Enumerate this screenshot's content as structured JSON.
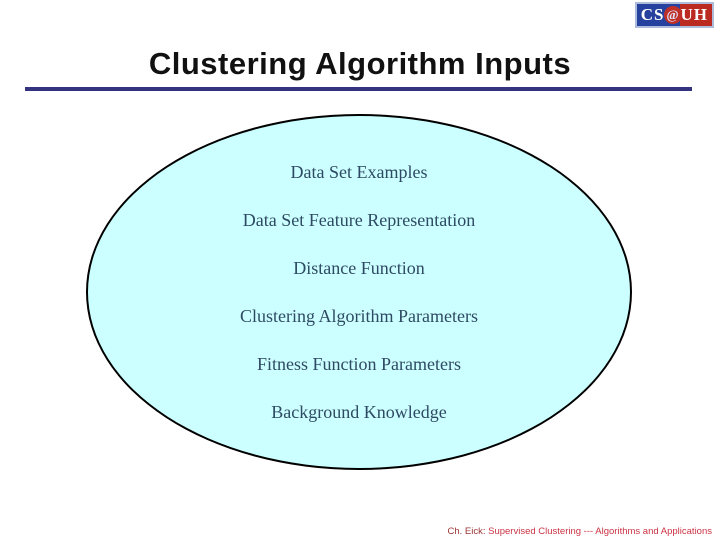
{
  "logo": {
    "cs": "CS",
    "at": "@",
    "uh": "UH"
  },
  "header": {
    "title": "Clustering Algorithm Inputs"
  },
  "ellipse": {
    "items": [
      "Data Set Examples",
      "Data Set Feature Representation",
      "Distance Function",
      "Clustering Algorithm Parameters",
      "Fitness Function Parameters",
      "Background Knowledge"
    ]
  },
  "footer": {
    "author": "Ch. Eick:",
    "title": "Supervised Clustering --- Algorithms and Applications"
  },
  "colors": {
    "ellipse_fill": "#ccffff",
    "ellipse_stroke": "#000000",
    "item_text": "#2e4a63",
    "title_text": "#111111",
    "rule": "#333380",
    "footer_author": "#993333",
    "footer_title": "#cc3344",
    "logo_blue": "#27429e",
    "logo_red": "#bb2a20"
  }
}
